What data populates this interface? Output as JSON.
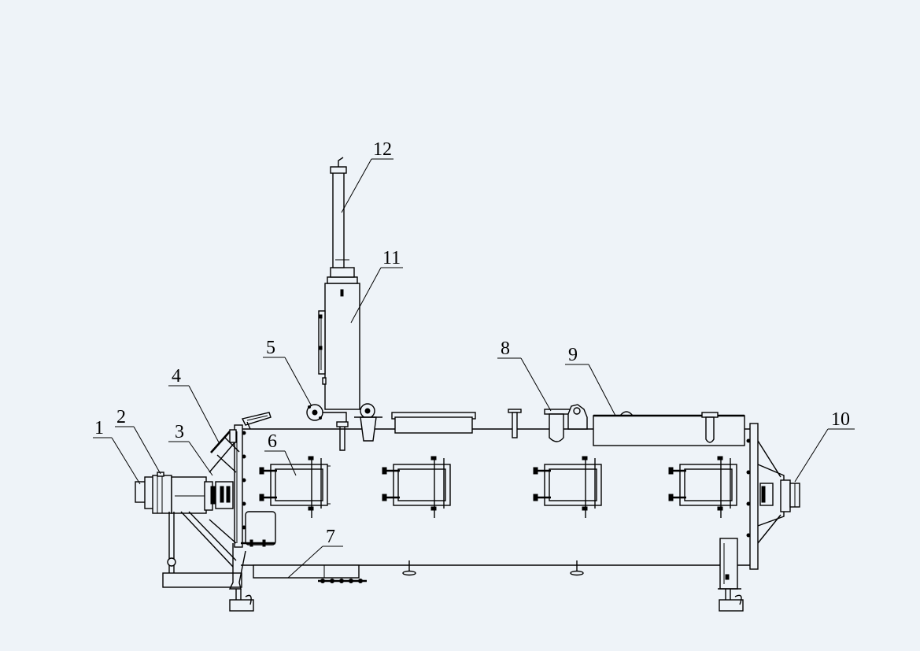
{
  "drawing": {
    "background": "#eef3f8",
    "line_color": "#000000"
  },
  "callouts": [
    {
      "id": "c1",
      "label": "1"
    },
    {
      "id": "c2",
      "label": "2"
    },
    {
      "id": "c3",
      "label": "3"
    },
    {
      "id": "c4",
      "label": "4"
    },
    {
      "id": "c5",
      "label": "5"
    },
    {
      "id": "c6",
      "label": "6"
    },
    {
      "id": "c7",
      "label": "7"
    },
    {
      "id": "c8",
      "label": "8"
    },
    {
      "id": "c9",
      "label": "9"
    },
    {
      "id": "c10",
      "label": "10"
    },
    {
      "id": "c11",
      "label": "11"
    },
    {
      "id": "c12",
      "label": "12"
    }
  ]
}
